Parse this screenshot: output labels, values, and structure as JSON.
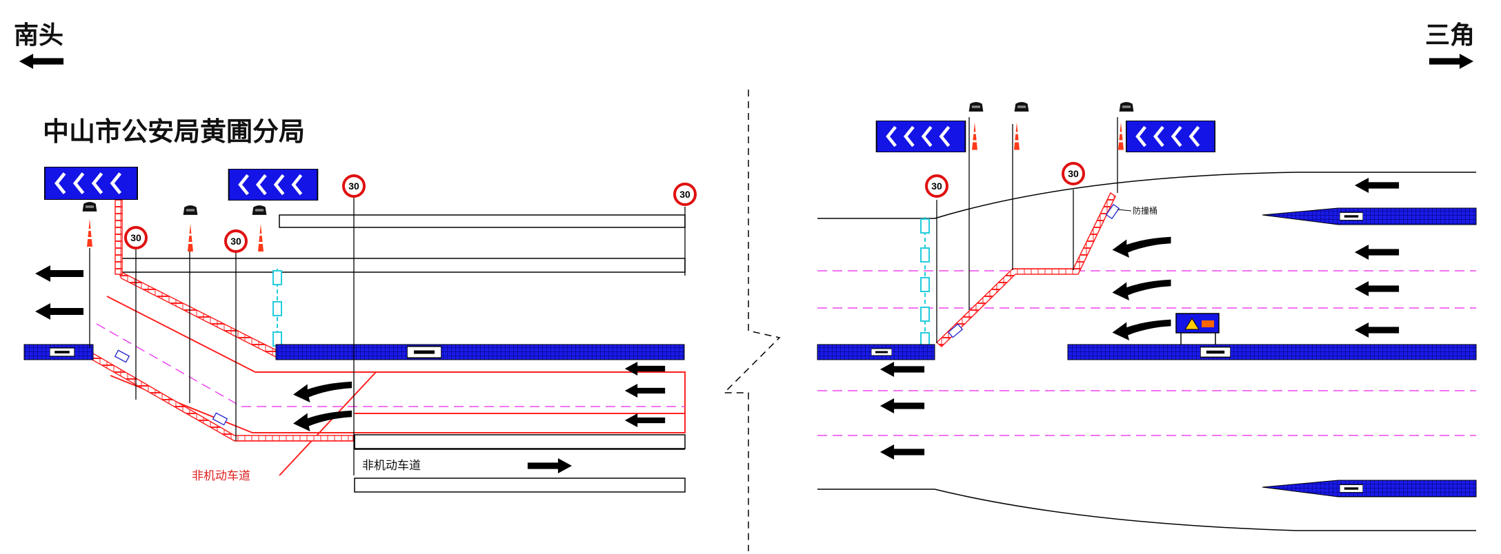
{
  "directions": {
    "left": "南头",
    "right": "三角"
  },
  "site_title": "中山市公安局黄圃分局",
  "speed_limit": "30",
  "labels": {
    "bike_lane_red": "非机动车道",
    "bike_lane_black": "非机动车道",
    "crash_cushion": "防撞桶"
  },
  "colors": {
    "sign_blue": "#1414e6",
    "barrier_red": "#ff1a1a",
    "lane_magenta": "#ee44ee",
    "cone_cyan": "#22ccdd"
  }
}
